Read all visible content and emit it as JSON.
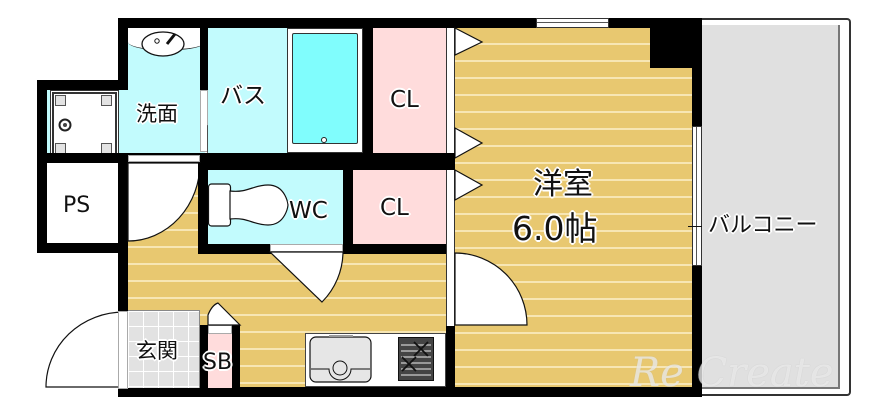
{
  "floorplan": {
    "rooms": {
      "washroom": {
        "label": "洗面"
      },
      "bath": {
        "label": "バス"
      },
      "closet_upper": {
        "label": "CL"
      },
      "closet_lower": {
        "label": "CL"
      },
      "pipe_space": {
        "label": "PS"
      },
      "toilet": {
        "label": "WC"
      },
      "western_room": {
        "label": "洋室",
        "size": "6.0帖"
      },
      "entrance": {
        "label": "玄関"
      },
      "shoe_box": {
        "label": "SB"
      },
      "balcony": {
        "label": "バルコニー"
      }
    },
    "watermark": "Re Create",
    "colors": {
      "floor": "#e8c870",
      "floor_lines": "#f7e6b4",
      "water_area": "#c2fbfd",
      "closet": "#ffdcdc",
      "balcony": "#e0e0e0",
      "wall": "#000000",
      "bathtub": "#80fdfd"
    }
  }
}
